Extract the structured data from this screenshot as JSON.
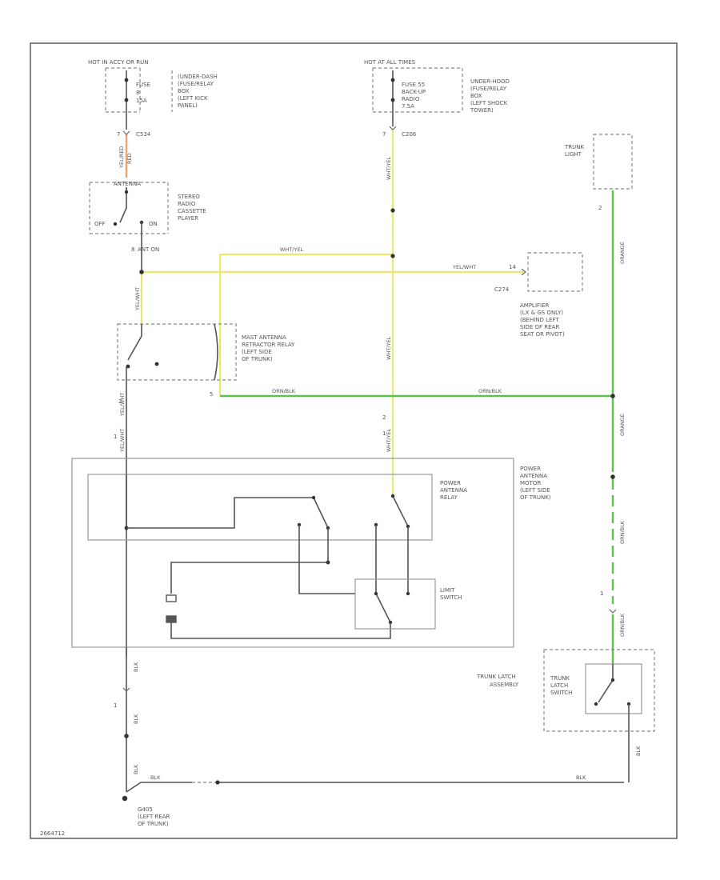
{
  "labels": {
    "hot_acc": "HOT IN ACCY OR RUN",
    "fuse1": "FUSE",
    "fuse1_num": "8",
    "fuse1_amp": "15A",
    "box1_l1": "(UNDER-DASH",
    "box1_l2": "(FUSE/RELAY",
    "box1_l3": "BOX",
    "box1_l4": "(LEFT KICK",
    "box1_l5": "PANEL)",
    "c1_pin": "7",
    "c1": "C534",
    "hot_all": "HOT AT ALL TIMES",
    "fuse2_l1": "FUSE 55",
    "fuse2_l2": "BACK-UP",
    "fuse2_l3": "RADIO",
    "fuse2_l4": "7.5A",
    "box2_l1": "UNDER-HOOD",
    "box2_l2": "(FUSE/RELAY",
    "box2_l3": "BOX",
    "box2_l4": "(LEFT SHOCK",
    "box2_l5": "TOWER)",
    "c2_pin": "7",
    "c2": "C206",
    "radio_ant": "ANTENNA",
    "radio_l1": "STEREO",
    "radio_l2": "RADIO",
    "radio_l3": "CASSETTE",
    "radio_l4": "PLAYER",
    "off": "OFF",
    "on": "ON",
    "radio_pin": "8",
    "radio_out": "ANT ON",
    "trunk_light_l1": "TRUNK",
    "trunk_light_l2": "LIGHT",
    "tl_pin": "2",
    "amp_pin": "14",
    "amp_conn": "C274",
    "amp_l1": "AMPLIFIER",
    "amp_l2": "(LX & GS ONLY)",
    "amp_l3": "(BEHIND LEFT",
    "amp_l4": "SIDE OF REAR",
    "amp_l5": "SEAT OR PIVOT)",
    "relay_l1": "MAST ANTENNA",
    "relay_l2": "RETRACTOR RELAY",
    "relay_l3": "(LEFT SIDE",
    "relay_l4": "OF TRUNK)",
    "relay_pin1": "5",
    "relay_pin2": "2",
    "relay_pin3": "1",
    "motor_pin1": "2",
    "motor_pin2": "1",
    "par_l1": "POWER",
    "par_l2": "ANTENNA",
    "par_l3": "RELAY",
    "pam_l1": "POWER",
    "pam_l2": "ANTENNA",
    "pam_l3": "MOTOR",
    "pam_l4": "(LEFT SIDE",
    "pam_l5": "OF TRUNK)",
    "limit_l1": "LIMIT",
    "limit_l2": "SWITCH",
    "g1_pin": "1",
    "latch_pin": "1",
    "latch_asm_l1": "TRUNK LATCH",
    "latch_asm_l2": "ASSEMBLY",
    "latch_sw_l1": "TRUNK",
    "latch_sw_l2": "LATCH",
    "latch_sw_l3": "SWITCH",
    "ground_l1": "G405",
    "ground_l2": "(LEFT REAR",
    "ground_l3": "OF TRUNK)",
    "diagram_id": "2664712"
  },
  "wires": {
    "yel_red": "YEL/RED",
    "red": "RED",
    "wht_yel": "WHT/YEL",
    "yel_wht": "YEL/WHT",
    "wht_yel_2": "WHT/YEL",
    "blk": "BLK",
    "blk_2": "BLK",
    "blk_3": "BLK",
    "blk_4": "BLK",
    "orn_blk": "ORN/BLK",
    "orn_blk_2": "ORN/BLK",
    "orn_blk_3": "ORN/BLK",
    "orange": "ORANGE"
  },
  "colors": {
    "yellow_wire": "#e8e870",
    "green_wire": "#5bc24a",
    "orange_wire": "#f2a36a"
  }
}
